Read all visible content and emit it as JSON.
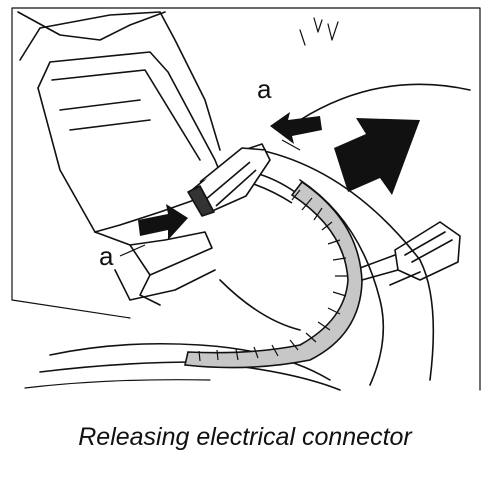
{
  "callouts": {
    "top": "a",
    "bottom": "a"
  },
  "caption": "Releasing electrical connector",
  "colors": {
    "line": "#111111",
    "harness": "#c7c7c7",
    "background": "#ffffff"
  }
}
